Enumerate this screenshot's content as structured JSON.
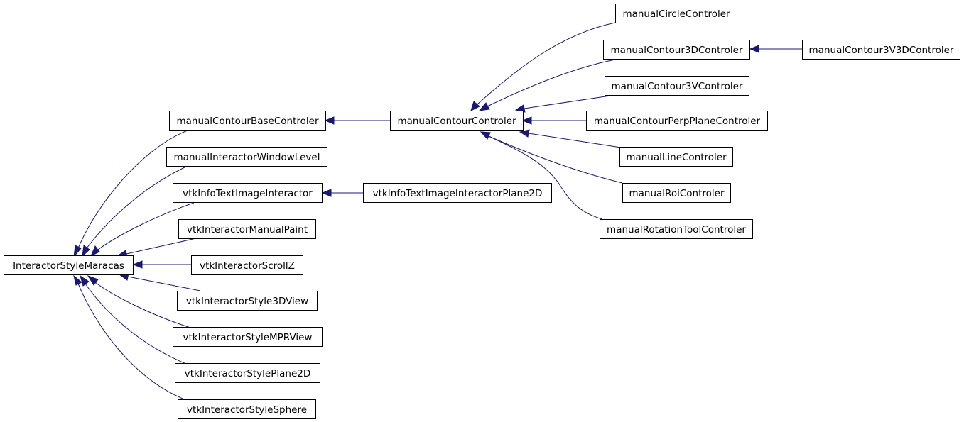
{
  "diagram": {
    "nodes": {
      "interactorStyleMaracas": "InteractorStyleMaracas",
      "manualContourBaseControler": "manualContourBaseControler",
      "manualInteractorWindowLevel": "manualInteractorWindowLevel",
      "vtkInfoTextImageInteractor": "vtkInfoTextImageInteractor",
      "vtkInteractorManualPaint": "vtkInteractorManualPaint",
      "vtkInteractorScrollZ": "vtkInteractorScrollZ",
      "vtkInteractorStyle3DView": "vtkInteractorStyle3DView",
      "vtkInteractorStyleMPRView": "vtkInteractorStyleMPRView",
      "vtkInteractorStylePlane2D": "vtkInteractorStylePlane2D",
      "vtkInteractorStyleSphere": "vtkInteractorStyleSphere",
      "manualContourControler": "manualContourControler",
      "vtkInfoTextImageInteractorPlane2D": "vtkInfoTextImageInteractorPlane2D",
      "manualCircleControler": "manualCircleControler",
      "manualContour3DControler": "manualContour3DControler",
      "manualContour3VControler": "manualContour3VControler",
      "manualContourPerpPlaneControler": "manualContourPerpPlaneControler",
      "manualLineControler": "manualLineControler",
      "manualRoiControler": "manualRoiControler",
      "manualRotationToolControler": "manualRotationToolControler",
      "manualContour3V3DControler": "manualContour3V3DControler"
    },
    "edges": [
      {
        "from": "manualContourBaseControler",
        "to": "interactorStyleMaracas"
      },
      {
        "from": "manualInteractorWindowLevel",
        "to": "interactorStyleMaracas"
      },
      {
        "from": "vtkInfoTextImageInteractor",
        "to": "interactorStyleMaracas"
      },
      {
        "from": "vtkInteractorManualPaint",
        "to": "interactorStyleMaracas"
      },
      {
        "from": "vtkInteractorScrollZ",
        "to": "interactorStyleMaracas"
      },
      {
        "from": "vtkInteractorStyle3DView",
        "to": "interactorStyleMaracas"
      },
      {
        "from": "vtkInteractorStyleMPRView",
        "to": "interactorStyleMaracas"
      },
      {
        "from": "vtkInteractorStylePlane2D",
        "to": "interactorStyleMaracas"
      },
      {
        "from": "vtkInteractorStyleSphere",
        "to": "interactorStyleMaracas"
      },
      {
        "from": "manualContourControler",
        "to": "manualContourBaseControler"
      },
      {
        "from": "vtkInfoTextImageInteractorPlane2D",
        "to": "vtkInfoTextImageInteractor"
      },
      {
        "from": "manualCircleControler",
        "to": "manualContourControler"
      },
      {
        "from": "manualContour3DControler",
        "to": "manualContourControler"
      },
      {
        "from": "manualContour3VControler",
        "to": "manualContourControler"
      },
      {
        "from": "manualContourPerpPlaneControler",
        "to": "manualContourControler"
      },
      {
        "from": "manualLineControler",
        "to": "manualContourControler"
      },
      {
        "from": "manualRoiControler",
        "to": "manualContourControler"
      },
      {
        "from": "manualRotationToolControler",
        "to": "manualContourControler"
      },
      {
        "from": "manualContour3V3DControler",
        "to": "manualContour3DControler"
      }
    ],
    "colors": {
      "edge": "#191970",
      "box_border": "#000000",
      "box_fill": "#ffffff"
    }
  }
}
